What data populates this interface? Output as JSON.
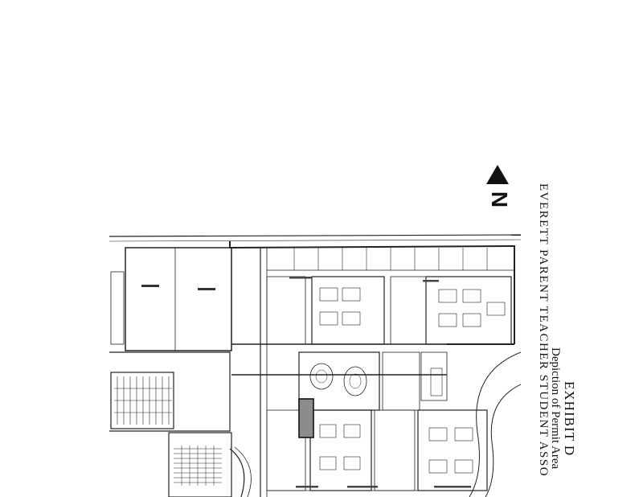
{
  "exhibit": {
    "title": "EXHIBIT D",
    "subtitle": "Depiction of Permit Area",
    "association": "EVERETT PARENT TEACHER STUDENT ASSO"
  },
  "compass": {
    "label": "N",
    "icon": "north-arrow-icon"
  },
  "colors": {
    "ink": "#111111",
    "permit_area": "#8c8c8c",
    "paper": "#ffffff"
  }
}
